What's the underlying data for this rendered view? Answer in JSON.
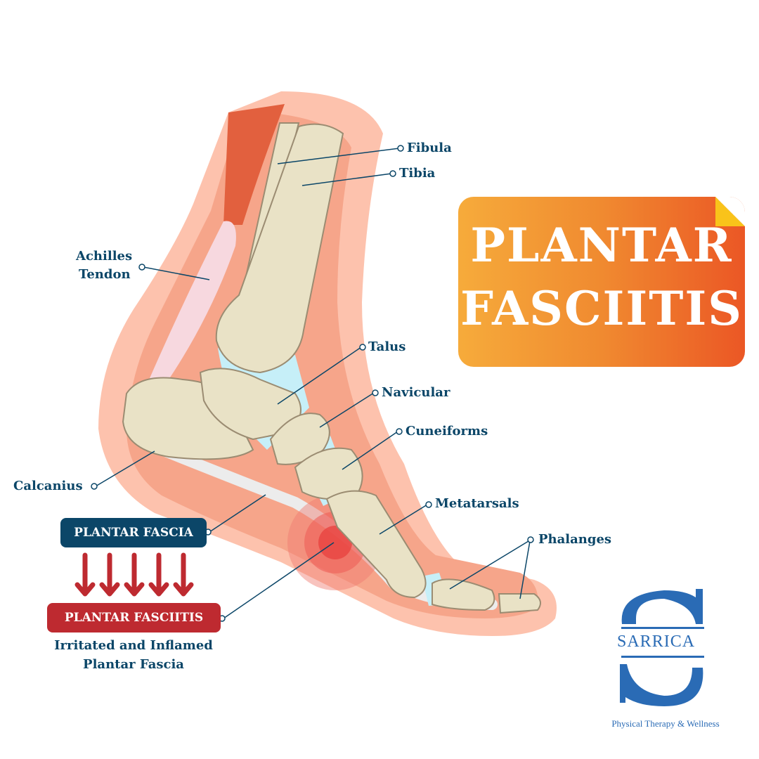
{
  "title": {
    "line1": "PLANTAR",
    "line2": "FASCIITIS"
  },
  "labels": {
    "fibula": "Fibula",
    "tibia": "Tibia",
    "achilles1": "Achilles",
    "achilles2": "Tendon",
    "talus": "Talus",
    "navicular": "Navicular",
    "cuneiforms": "Cuneiforms",
    "calcanius": "Calcanius",
    "metatarsals": "Metatarsals",
    "phalanges": "Phalanges"
  },
  "legend": {
    "fascia": "PLANTAR FASCIA",
    "fasciitis": "PLANTAR FASCIITIS",
    "desc1": "Irritated and Inflamed",
    "desc2": "Plantar Fascia"
  },
  "logo": {
    "brand": "SARRICA",
    "tagline": "Physical Therapy & Wellness"
  },
  "colors": {
    "navy": "#0b4668",
    "red": "#be2a30",
    "skin": "#fdc2ad",
    "bone": "#e9e2c6",
    "cartilage": "#c6eff8",
    "logo": "#2a6bb5"
  }
}
